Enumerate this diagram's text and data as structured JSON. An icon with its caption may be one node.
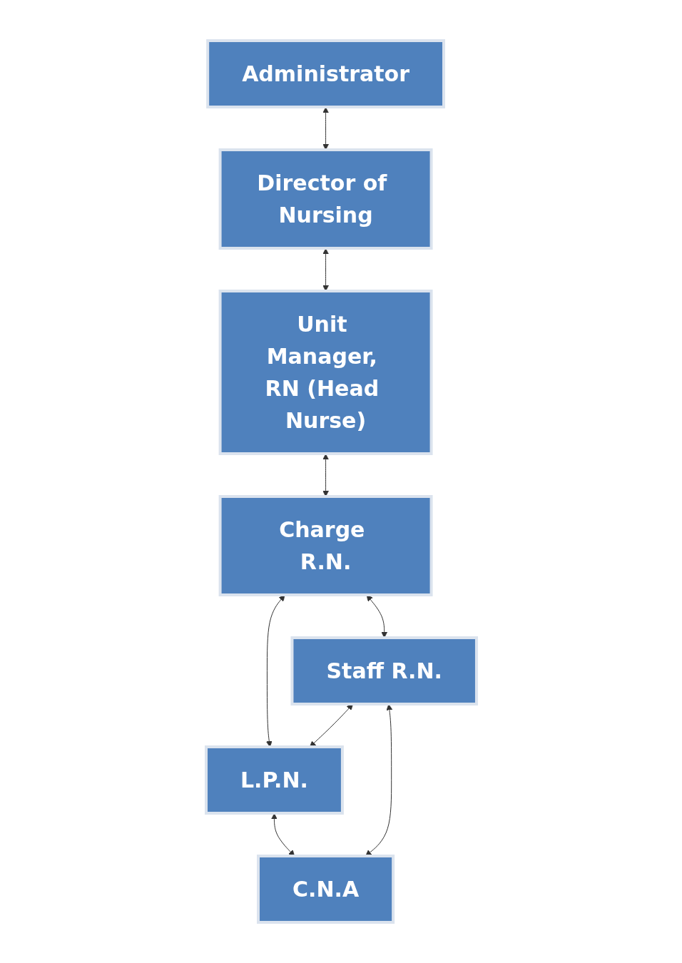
{
  "diagram": {
    "nodes": [
      {
        "text": [
          "Administrator"
        ]
      },
      {
        "text": [
          "Director of Nursing"
        ]
      },
      {
        "text": [
          "Unit Manager, RN (Head Nurse)"
        ]
      },
      {
        "text": [
          "Charge R.N."
        ]
      },
      {
        "text": [
          "Staff R.N."
        ]
      },
      {
        "text": [
          "L.P.N."
        ]
      },
      {
        "text": [
          "C.N.A"
        ]
      }
    ],
    "edges": [
      {
        "from": 0,
        "to": 1,
        "arrow": "both"
      },
      {
        "from": 1,
        "to": 2,
        "arrow": "both"
      },
      {
        "from": 2,
        "to": 3,
        "arrow": "both"
      },
      {
        "from": 3,
        "to": 5,
        "arrow": "both"
      },
      {
        "from": 3,
        "to": 4,
        "arrow": "both"
      },
      {
        "from": 4,
        "to": 5,
        "arrow": "both"
      },
      {
        "from": 4,
        "to": 6,
        "arrow": "both"
      },
      {
        "from": 5,
        "to": 6,
        "arrow": "both"
      }
    ]
  }
}
